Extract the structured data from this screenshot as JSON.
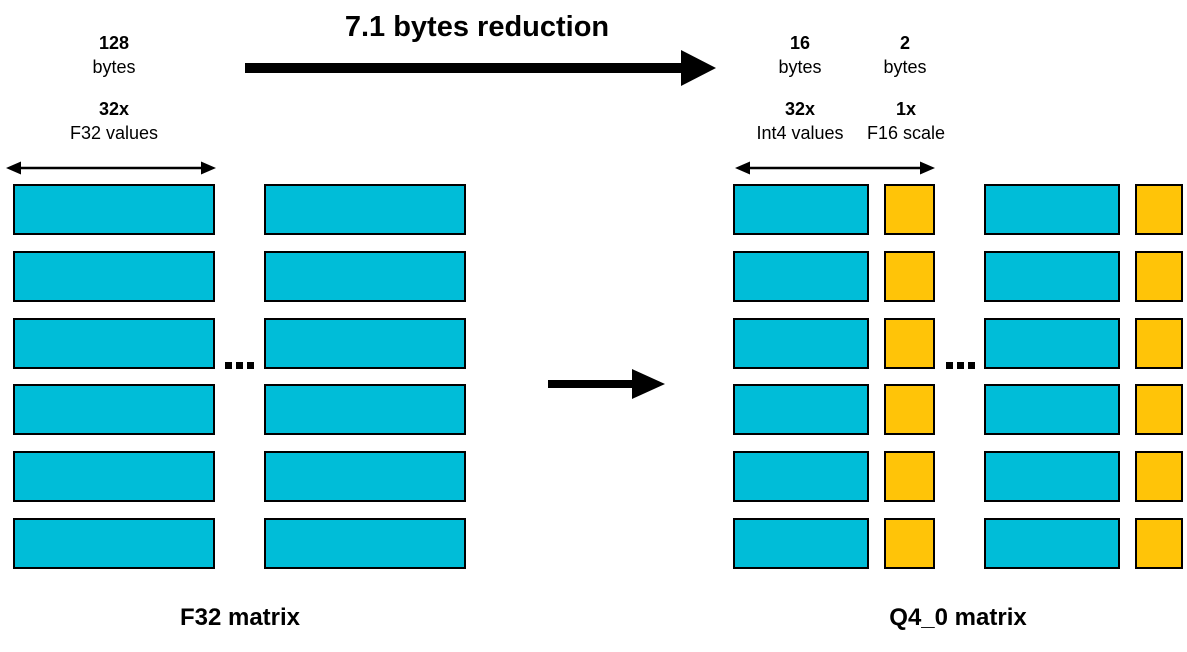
{
  "header": {
    "title": "7.1 bytes reduction"
  },
  "colors": {
    "block_cyan": "#00bdd8",
    "block_yellow": "#ffc408",
    "arrow_black": "#000000"
  },
  "icons": {
    "reduction_arrow": "thick-right-arrow",
    "transform_arrow": "right-arrow",
    "span_arrow": "double-headed-horizontal-arrow",
    "ellipsis": "three-square-dots"
  },
  "left_panel": {
    "byte_label": {
      "amount": "128",
      "unit": "bytes"
    },
    "value_label": {
      "amount": "32x",
      "unit": "F32 values"
    },
    "rows_per_column": 6,
    "columns": 2,
    "caption": "F32 matrix"
  },
  "right_panel": {
    "data_byte_label": {
      "amount": "16",
      "unit": "bytes"
    },
    "scale_byte_label": {
      "amount": "2",
      "unit": "bytes"
    },
    "data_value_label": {
      "amount": "32x",
      "unit": "Int4 values"
    },
    "scale_value_label": {
      "amount": "1x",
      "unit": "F16 scale"
    },
    "rows_per_column": 6,
    "column_groups": 2,
    "caption": "Q4_0 matrix"
  }
}
